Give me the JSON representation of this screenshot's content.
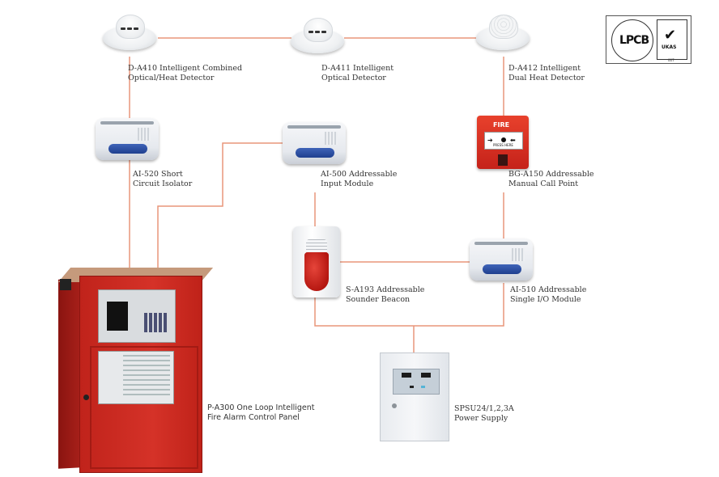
{
  "colors": {
    "wire": "#e8957a",
    "panel_red": "#c8261d"
  },
  "devices": {
    "detector_combined": {
      "label_1": "D-A410 Intelligent Combined",
      "label_2": "Optical/Heat Detector"
    },
    "detector_optical": {
      "label_1": "D-A411 Intelligent",
      "label_2": "Optical Detector"
    },
    "detector_heat": {
      "label_1": "D-A412 Intelligent",
      "label_2": "Dual Heat Detector"
    },
    "isolator": {
      "label_1": "AI-520 Short",
      "label_2": "Circuit Isolator"
    },
    "input_module": {
      "label_1": "AI-500 Addressable",
      "label_2": "Input Module"
    },
    "call_point": {
      "label_1": "BG-A150 Addressable",
      "label_2": "Manual Call Point",
      "face_text": "FIRE",
      "press_text": "PRESS HERE"
    },
    "sounder_beacon": {
      "label_1": "S-A193 Addressable",
      "label_2": "Sounder Beacon"
    },
    "io_module": {
      "label_1": "AI-510 Addressable",
      "label_2": "Single I/O Module"
    },
    "control_panel": {
      "label_1": "P-A300 One Loop Intelligent",
      "label_2": "Fire Alarm Control Panel"
    },
    "power_supply": {
      "label_1": "SPSU24/1,2,3A",
      "label_2": "Power Supply"
    }
  },
  "certification": {
    "lpcb": "LPCB",
    "ukas": "UKAS",
    "number": "007"
  }
}
